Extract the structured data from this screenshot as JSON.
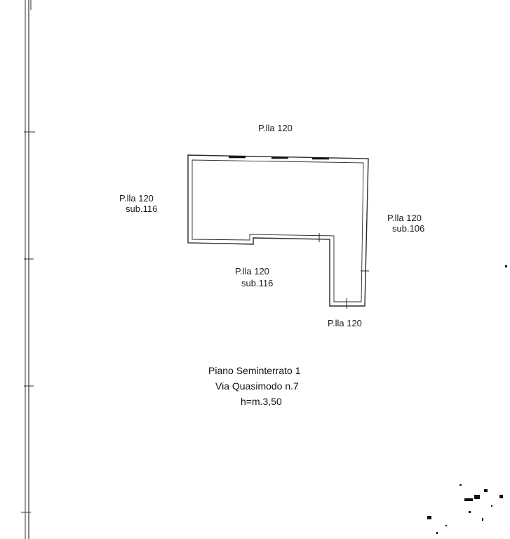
{
  "plan": {
    "labels": {
      "north": "P.lla 120",
      "west_line1": "P.lla 120",
      "west_line2": "sub.116",
      "east_line1": "P.lla 120",
      "east_line2": "sub.106",
      "inner_line1": "P.lla 120",
      "inner_line2": "sub.116",
      "south": "P.lla 120"
    },
    "caption": {
      "floor": "Piano Seminterrato 1",
      "address": "Via Quasimodo n.7",
      "height": "h=m.3,50"
    }
  }
}
